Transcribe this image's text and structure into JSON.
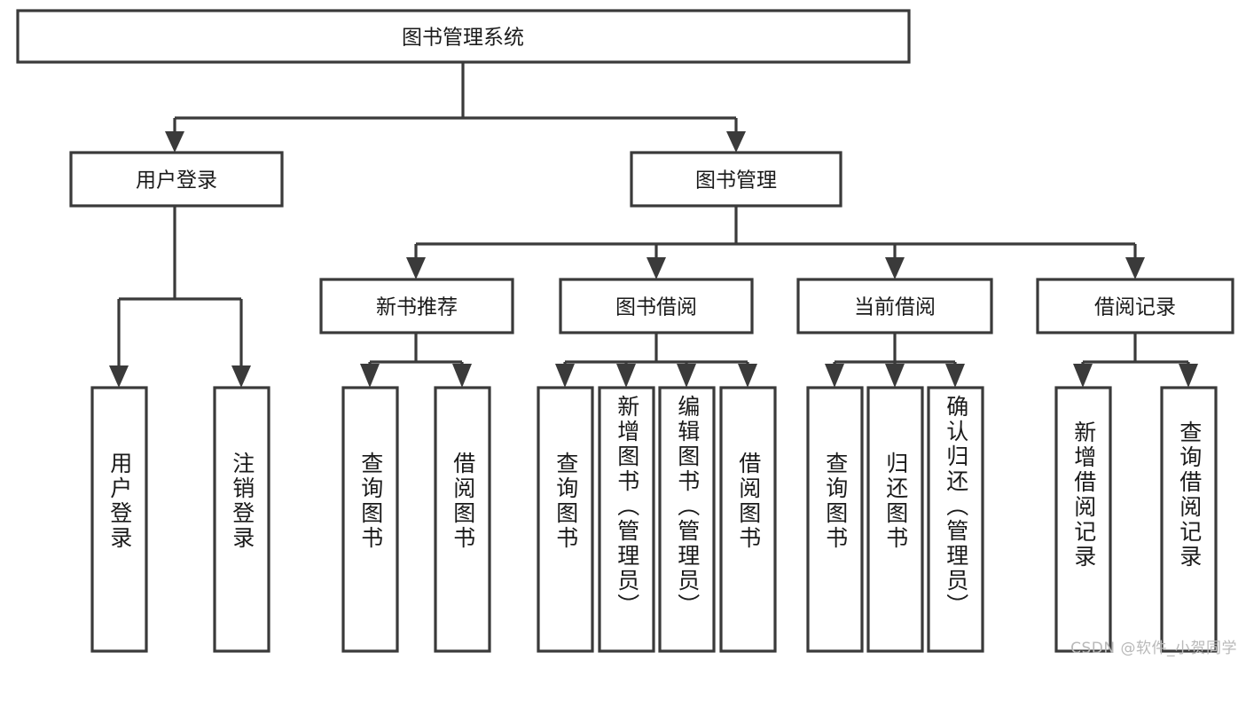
{
  "diagram": {
    "title": "图书管理系统",
    "type": "hierarchy-tree",
    "root": {
      "id": "root",
      "label": "图书管理系统",
      "level": 1
    },
    "level2": [
      {
        "id": "user-login",
        "label": "用户登录"
      },
      {
        "id": "book-manage",
        "label": "图书管理"
      }
    ],
    "level3": [
      {
        "id": "new-book-recommend",
        "label": "新书推荐",
        "parent": "book-manage"
      },
      {
        "id": "book-borrow",
        "label": "图书借阅",
        "parent": "book-manage"
      },
      {
        "id": "current-borrow",
        "label": "当前借阅",
        "parent": "book-manage"
      },
      {
        "id": "borrow-record",
        "label": "借阅记录",
        "parent": "book-manage"
      }
    ],
    "leaves": [
      {
        "id": "leaf-user-login",
        "label": "用户登录",
        "parent": "user-login"
      },
      {
        "id": "leaf-logout-login",
        "label": "注销登录",
        "parent": "user-login"
      },
      {
        "id": "leaf-query-book-1",
        "label": "查询图书",
        "parent": "new-book-recommend"
      },
      {
        "id": "leaf-borrow-book-1",
        "label": "借阅图书",
        "parent": "new-book-recommend"
      },
      {
        "id": "leaf-query-book-2",
        "label": "查询图书",
        "parent": "book-borrow"
      },
      {
        "id": "leaf-add-book",
        "label": "新增图书（管理员）",
        "parent": "book-borrow"
      },
      {
        "id": "leaf-edit-book",
        "label": "编辑图书（管理员）",
        "parent": "book-borrow"
      },
      {
        "id": "leaf-borrow-book-2",
        "label": "借阅图书",
        "parent": "book-borrow"
      },
      {
        "id": "leaf-query-book-3",
        "label": "查询图书",
        "parent": "current-borrow"
      },
      {
        "id": "leaf-return-book",
        "label": "归还图书",
        "parent": "current-borrow"
      },
      {
        "id": "leaf-confirm-return",
        "label": "确认归还（管理员）",
        "parent": "current-borrow"
      },
      {
        "id": "leaf-add-record",
        "label": "新增借阅记录",
        "parent": "borrow-record"
      },
      {
        "id": "leaf-query-record",
        "label": "查询借阅记录",
        "parent": "borrow-record"
      }
    ]
  },
  "watermark": {
    "text": "CSDN @软件_小贺同学"
  },
  "colors": {
    "stroke": "#3a3a3a",
    "fill": "#ffffff",
    "text": "#1a1a1a",
    "watermark": "#b9b9b9",
    "background": "#ffffff"
  }
}
